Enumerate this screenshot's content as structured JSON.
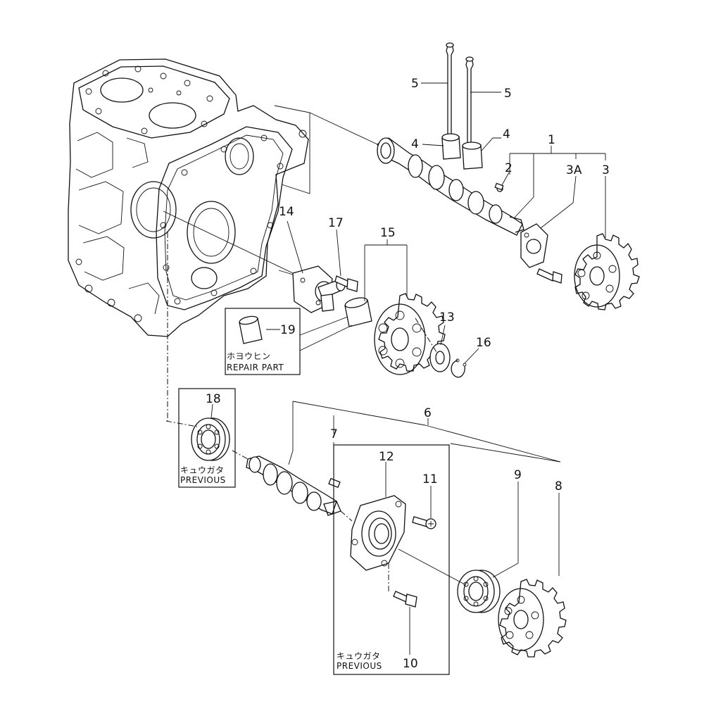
{
  "callouts": {
    "c1": "1",
    "c2": "2",
    "c3": "3",
    "c3a": "3A",
    "c4a": "4",
    "c4b": "4",
    "c5a": "5",
    "c5b": "5",
    "c6": "6",
    "c7": "7",
    "c8": "8",
    "c9": "9",
    "c10": "10",
    "c11": "11",
    "c12": "12",
    "c13": "13",
    "c14": "14",
    "c15": "15",
    "c16": "16",
    "c17": "17",
    "c18": "18",
    "c19": "19"
  },
  "boxes": {
    "repair": {
      "jp": "ホヨウヒン",
      "en": "REPAIR PART"
    },
    "previous_left": {
      "jp": "キュウガタ",
      "en": "PREVIOUS"
    },
    "previous_bottom": {
      "jp": "キュウガタ",
      "en": "PREVIOUS"
    }
  }
}
